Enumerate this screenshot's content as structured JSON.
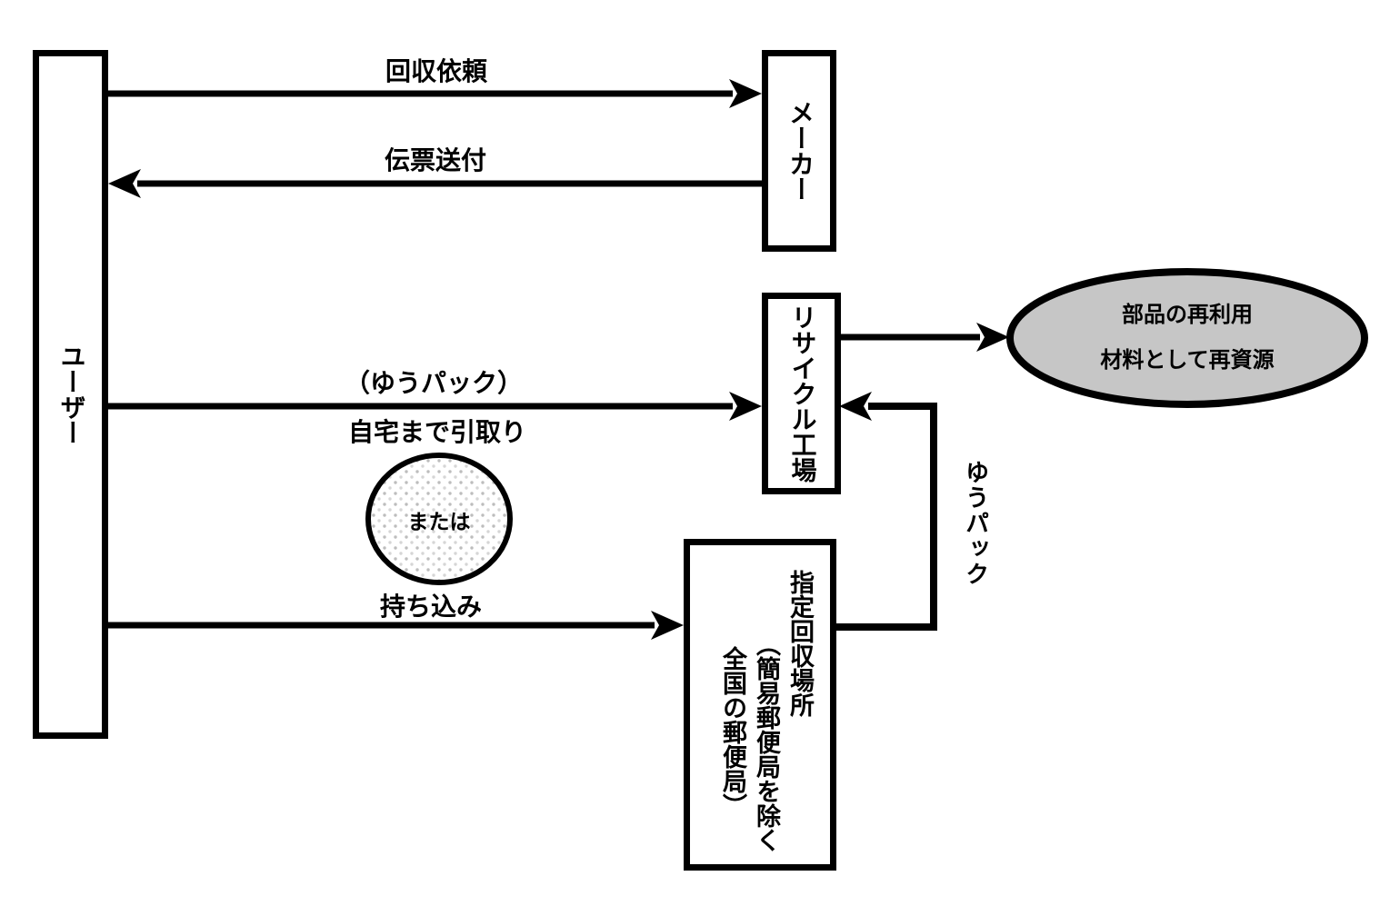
{
  "diagram": {
    "nodes": {
      "user": {
        "label": "ユーザー"
      },
      "maker": {
        "label": "メーカー"
      },
      "factory": {
        "label": "リサイクル工場"
      },
      "collect": {
        "line1": "指定回収場所",
        "line2": "（簡易郵便局を除く",
        "line3": "全国の郵便局）"
      },
      "reuse": {
        "line1": "部品の再利用",
        "line2": "材料として再資源"
      },
      "or": {
        "label": "または"
      }
    },
    "edges": {
      "collection_request": "回収依頼",
      "slip_sending": "伝票送付",
      "yupack_paren": "（ゆうパック）",
      "home_pickup": "自宅まで引取り",
      "bring_in": "持ち込み",
      "yupack": "ゆうパック"
    },
    "colors": {
      "line": "#000000",
      "ellipse_fill": "#c6c6c6",
      "dot_fill": "#bdbdbd",
      "background": "#ffffff"
    }
  }
}
